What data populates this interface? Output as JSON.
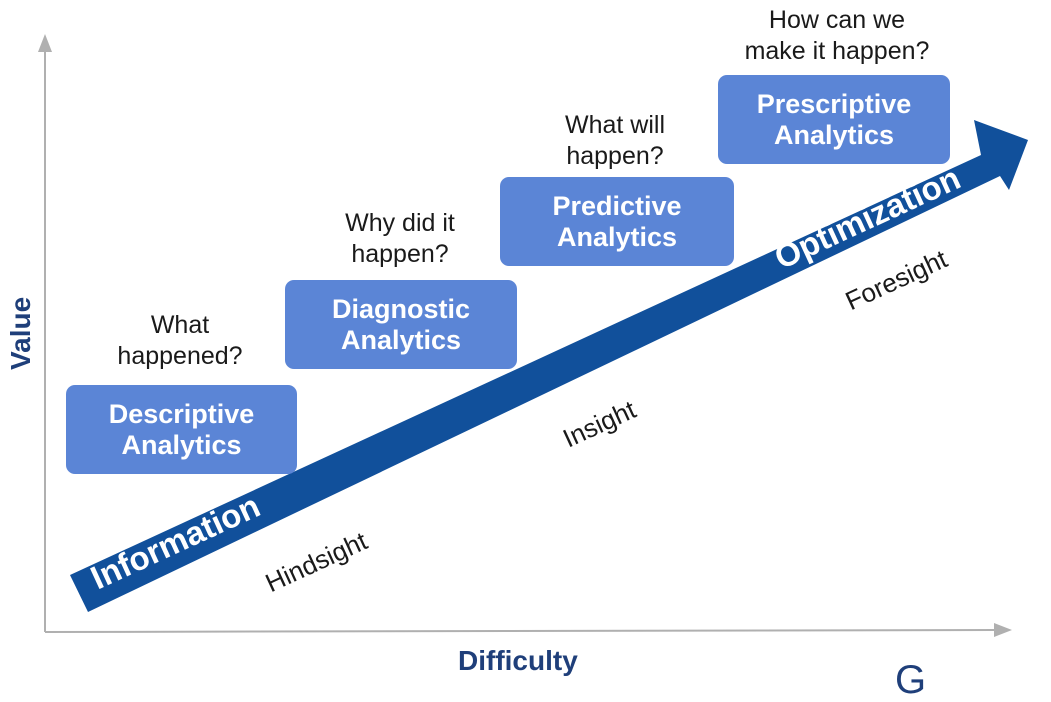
{
  "axes": {
    "x_label": "Difficulty",
    "y_label": "Value"
  },
  "stages": [
    {
      "question": "What\nhappened?",
      "label": "Descriptive\nAnalytics"
    },
    {
      "question": "Why did it\nhappen?",
      "label": "Diagnostic\nAnalytics"
    },
    {
      "question": "What will\nhappen?",
      "label": "Predictive\nAnalytics"
    },
    {
      "question": "How can we\nmake it happen?",
      "label": "Prescriptive\nAnalytics"
    }
  ],
  "arrow": {
    "start_label": "Information",
    "end_label": "Optimization"
  },
  "arrow_notes": [
    "Hindsight",
    "Insight",
    "Foresight"
  ],
  "logo_partial": "G",
  "colors": {
    "box": "#5b85d6",
    "arrow": "#11509b",
    "axis": "#b0b0b0",
    "axis_label": "#1f3f7a"
  }
}
